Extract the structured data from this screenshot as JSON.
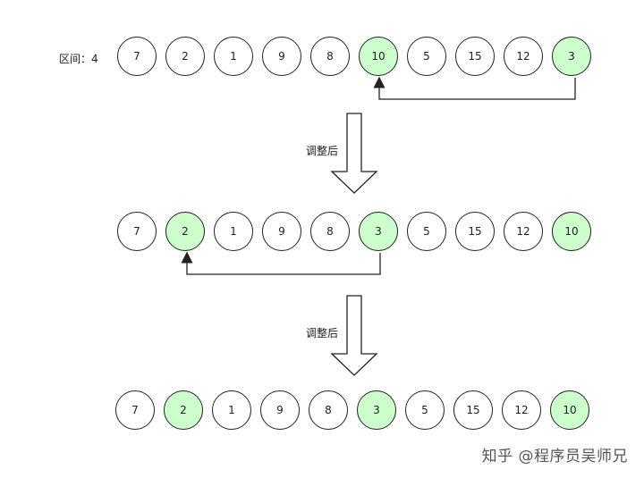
{
  "interval_label": "区间：4",
  "step_label": "调整后",
  "highlight_color": "#ccffcc",
  "rows": [
    {
      "values": [
        "7",
        "2",
        "1",
        "9",
        "8",
        "10",
        "5",
        "15",
        "12",
        "3"
      ],
      "highlighted": [
        5,
        9
      ]
    },
    {
      "values": [
        "7",
        "2",
        "1",
        "9",
        "8",
        "3",
        "5",
        "15",
        "12",
        "10"
      ],
      "highlighted": [
        1,
        5,
        9
      ]
    },
    {
      "values": [
        "7",
        "2",
        "1",
        "9",
        "8",
        "3",
        "5",
        "15",
        "12",
        "10"
      ],
      "highlighted": [
        1,
        5,
        9
      ]
    }
  ],
  "watermark": "知乎 @程序员吴师兄"
}
